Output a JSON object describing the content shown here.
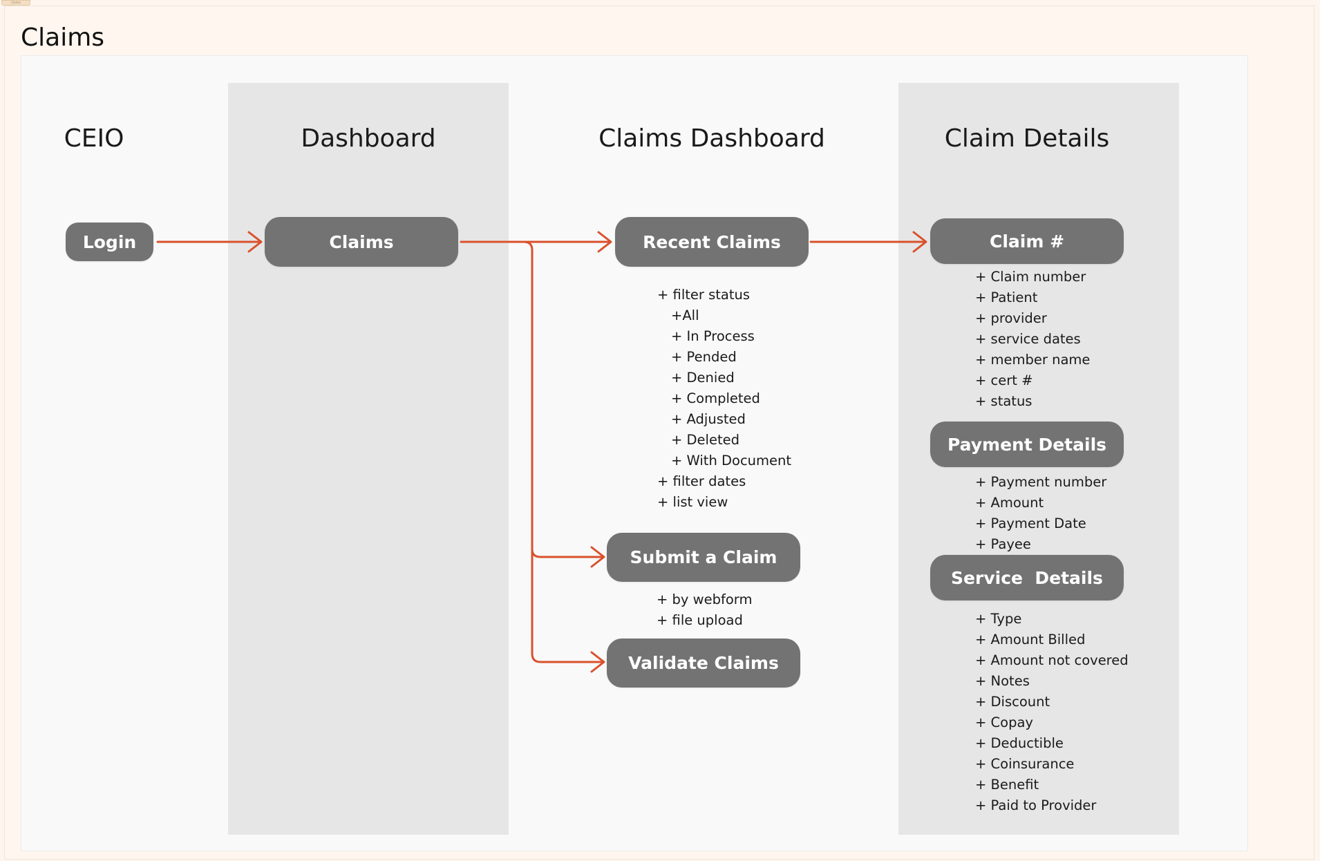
{
  "frame": {
    "tag": "Claims"
  },
  "section_title": "Claims",
  "columns": {
    "ceio": "CEIO",
    "dashboard": "Dashboard",
    "claims_dashboard": "Claims Dashboard",
    "claim_details": "Claim Details"
  },
  "nodes": {
    "login": "Login",
    "claims": "Claims",
    "recent_claims": "Recent Claims",
    "submit_claim": "Submit a Claim",
    "validate_claims": "Validate Claims",
    "claim_number": "Claim #",
    "payment_details": "Payment Details",
    "service_details": "Service  Details"
  },
  "recent_claims_list": [
    {
      "text": "+ filter status",
      "indent": false
    },
    {
      "text": "+All",
      "indent": true
    },
    {
      "text": "+ In Process",
      "indent": true
    },
    {
      "text": "+ Pended",
      "indent": true
    },
    {
      "text": "+ Denied",
      "indent": true
    },
    {
      "text": "+ Completed",
      "indent": true
    },
    {
      "text": "+ Adjusted",
      "indent": true
    },
    {
      "text": "+ Deleted",
      "indent": true
    },
    {
      "text": "+ With Document",
      "indent": true
    },
    {
      "text": "+ filter dates",
      "indent": false
    },
    {
      "text": "+ list view",
      "indent": false
    }
  ],
  "submit_claim_list": [
    "+ by webform",
    "+ file upload"
  ],
  "claim_number_list": [
    "+ Claim number",
    "+ Patient",
    "+ provider",
    "+ service dates",
    "+ member name",
    "+ cert #",
    "+ status"
  ],
  "payment_details_list": [
    "+ Payment number",
    "+ Amount",
    "+ Payment Date",
    "+ Payee"
  ],
  "service_details_list": [
    "+ Type",
    "+ Amount Billed",
    "+ Amount not covered",
    "+ Notes",
    "+ Discount",
    "+ Copay",
    "+ Deductible",
    "+ Coinsurance",
    "+ Benefit",
    "+ Paid to Provider"
  ],
  "colors": {
    "arrow": "#d9512c",
    "node": "#737373",
    "lane": "#e6e6e6",
    "board": "#f9f9f9",
    "page": "#fdf6ef"
  }
}
